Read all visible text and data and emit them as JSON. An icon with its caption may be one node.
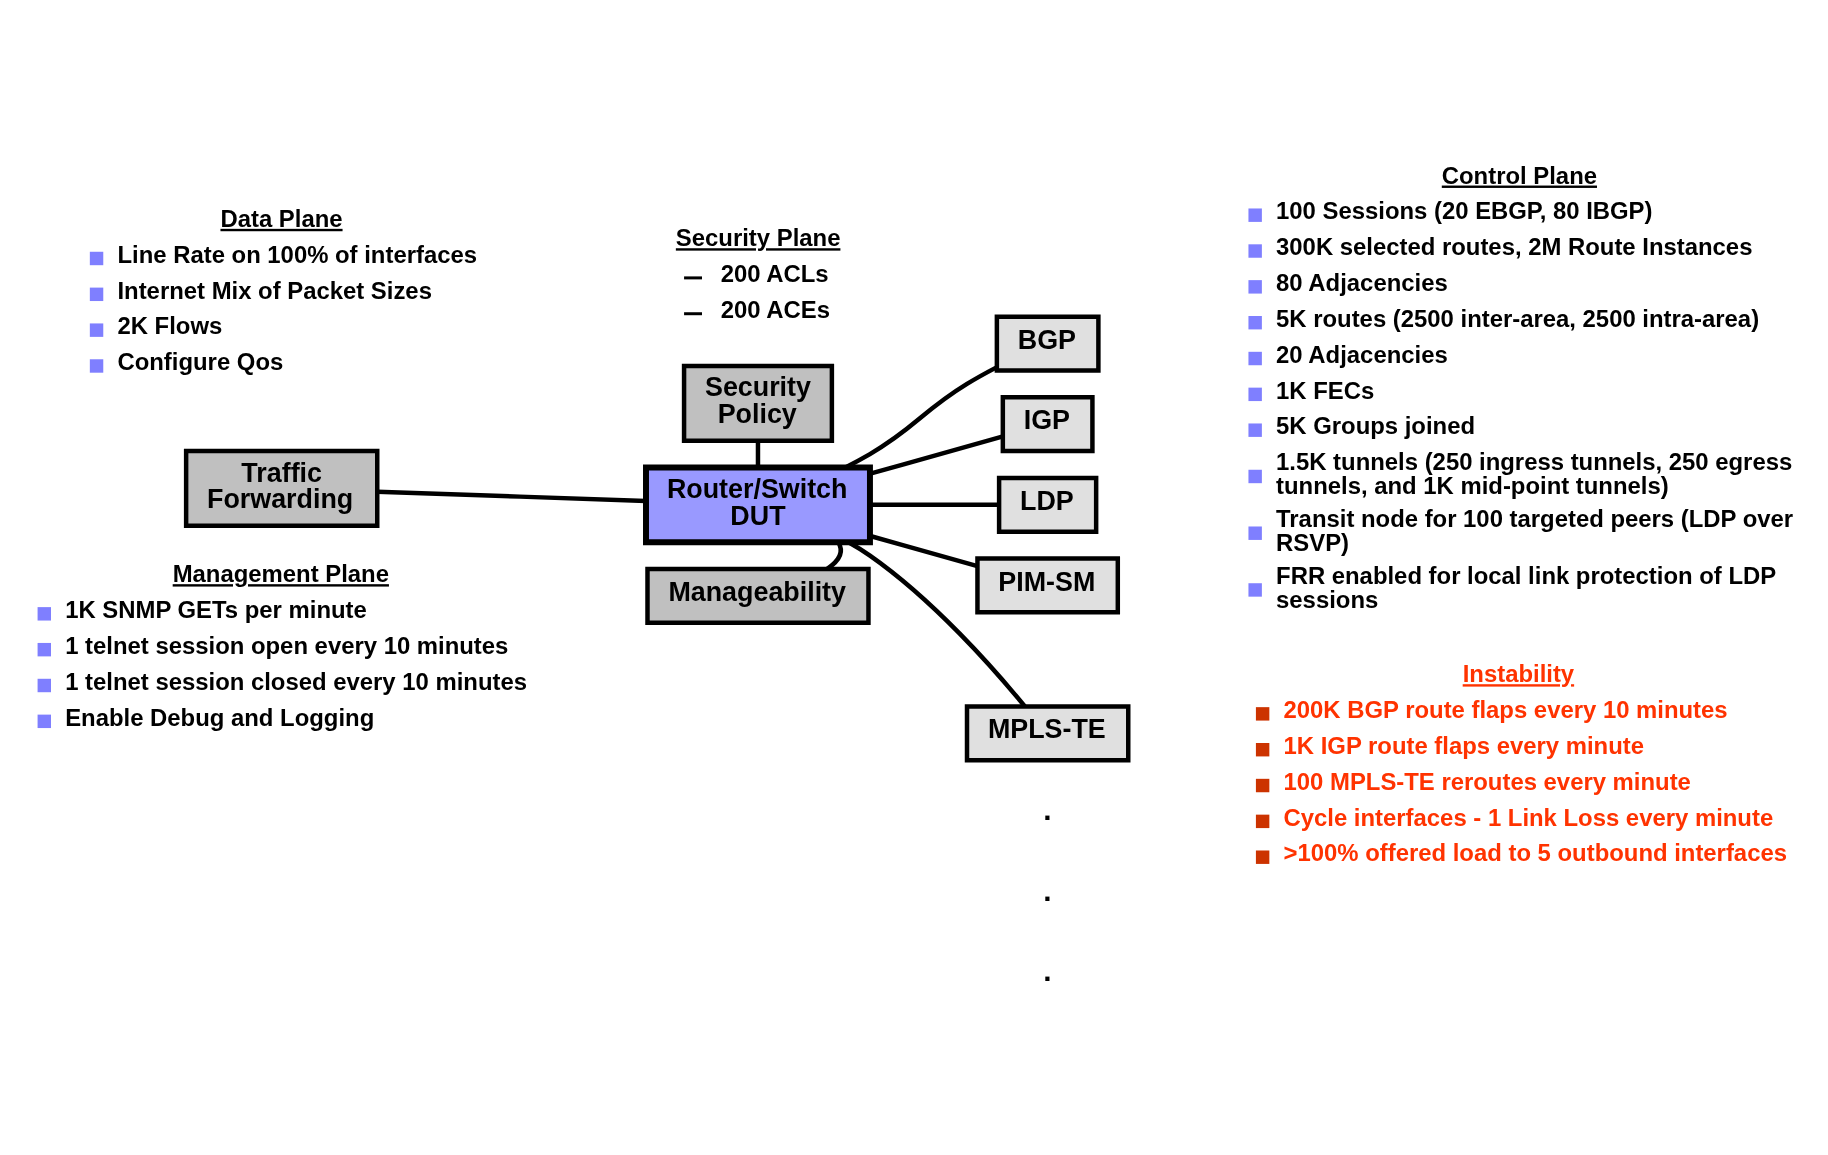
{
  "diagram": {
    "nodes": [
      {
        "text": [
          "Security Policy"
        ]
      },
      {
        "text": [
          "BGP"
        ]
      },
      {
        "text": [
          "IGP"
        ]
      },
      {
        "text": [
          "Traffic Forwarding"
        ]
      },
      {
        "text": [
          "Router/Switch DUT"
        ]
      },
      {
        "text": [
          "LDP"
        ]
      },
      {
        "text": [
          "PIM-SM"
        ]
      },
      {
        "text": [
          "Manageability"
        ]
      },
      {
        "text": [
          "MPLS-TE"
        ]
      }
    ],
    "edges": [
      {
        "from": 0,
        "to": 4,
        "arrow": "none"
      },
      {
        "from": 3,
        "to": 4,
        "arrow": "none"
      },
      {
        "from": 4,
        "to": 7,
        "arrow": "none"
      },
      {
        "from": 4,
        "to": 1,
        "arrow": "none"
      },
      {
        "from": 4,
        "to": 2,
        "arrow": "none"
      },
      {
        "from": 4,
        "to": 5,
        "arrow": "none"
      },
      {
        "from": 4,
        "to": 6,
        "arrow": "none"
      },
      {
        "from": 4,
        "to": 8,
        "arrow": "none"
      }
    ],
    "labels": [
      "Data Plane",
      "Line Rate on 100% of interfaces",
      "Internet Mix of Packet Sizes",
      "2K Flows",
      "Configure Qos",
      "Security Plane",
      "200 ACLs",
      "200 ACEs",
      "Control Plane",
      "100 Sessions (20 EBGP, 80 IBGP)",
      "300K selected routes, 2M Route Instances",
      "80 Adjacencies",
      "5K routes (2500 inter-area, 2500 intra-area)",
      "20 Adjacencies",
      "1K FECs",
      "5K Groups joined",
      "1.5K tunnels (250 ingress tunnels, 250 egress tunnels, and 1K mid-point tunnels)",
      "Transit node for 100 targeted peers (LDP over RSVP)",
      "FRR enabled for local link protection of LDP sessions",
      "Instability",
      "200K BGP route flaps every 10 minutes",
      "1K IGP route flaps every minute",
      "100 MPLS-TE reroutes every minute",
      "Cycle interfaces - 1 Link Loss every minute",
      ">100% offered load to 5 outbound interfaces",
      "Management Plane",
      "1K SNMP GETs per minute",
      "1 telnet session open every 10 minutes",
      "1 telnet session closed every 10 minutes",
      "Enable Debug and Logging",
      ".",
      ".",
      "."
    ]
  }
}
